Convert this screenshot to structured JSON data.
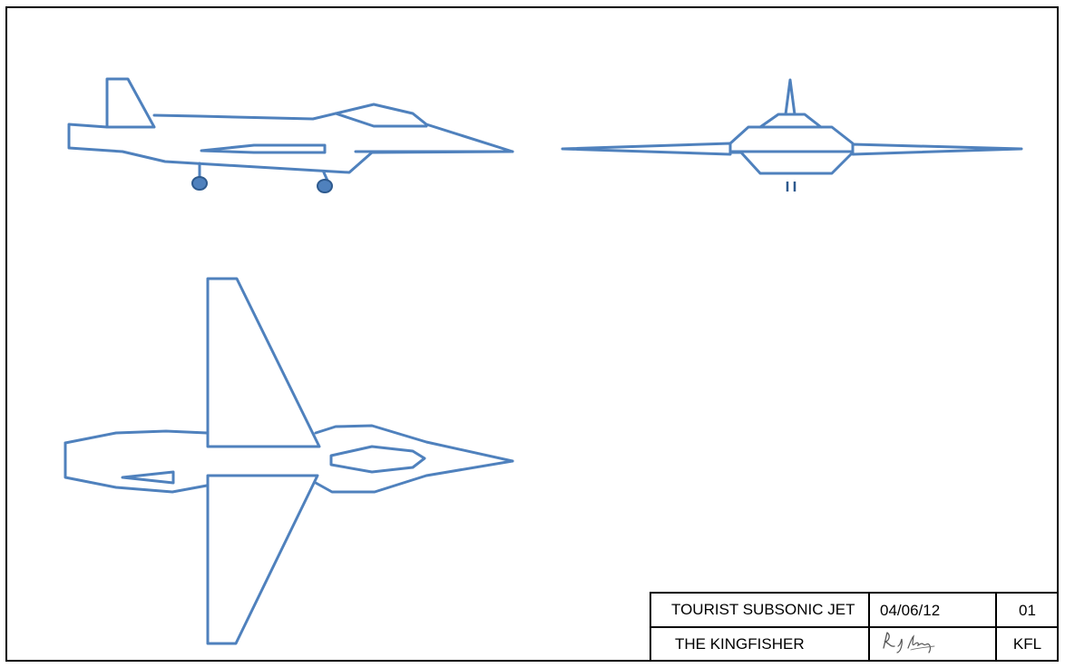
{
  "title_block": {
    "description": "TOURIST SUBSONIC JET",
    "date": "04/06/12",
    "sheet_number": "01",
    "name": "THE KINGFISHER",
    "signature": "R. J. Lord",
    "initials": "KFL"
  },
  "colors": {
    "line": "#4f81bd",
    "wheel_fill": "#4f81bd",
    "wheel_stroke": "#2e5a8e",
    "border": "#000000",
    "signature_ink": "#555555"
  }
}
